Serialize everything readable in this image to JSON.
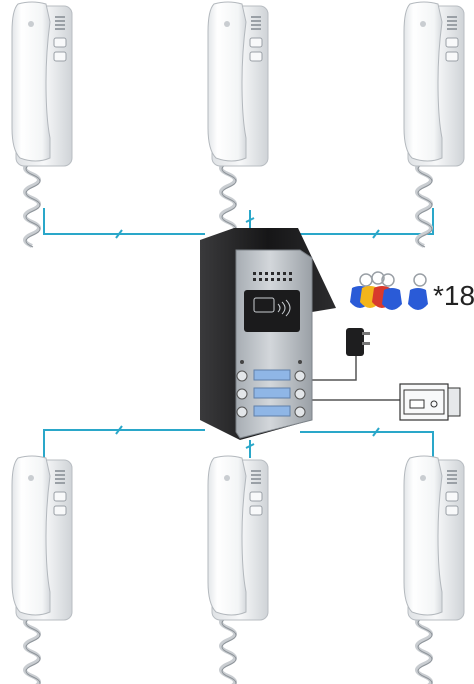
{
  "product": {
    "handset_count": 6,
    "keyfob_quantity_label": "*18",
    "colors": {
      "wire": "#2aa7c9",
      "handset_body": "#f2f3f4",
      "panel_face": "#b9bec4",
      "panel_housing": "#1e1e1f",
      "call_button_label": "#8fb6e6",
      "keyfob_blue": "#2a5bd7",
      "keyfob_yellow": "#f3b51b",
      "keyfob_red": "#d83a2c"
    },
    "components": [
      "indoor-handset",
      "outdoor-door-panel",
      "rfid-card-reader",
      "power-adapter",
      "electric-lock",
      "rfid-keyfob"
    ]
  }
}
